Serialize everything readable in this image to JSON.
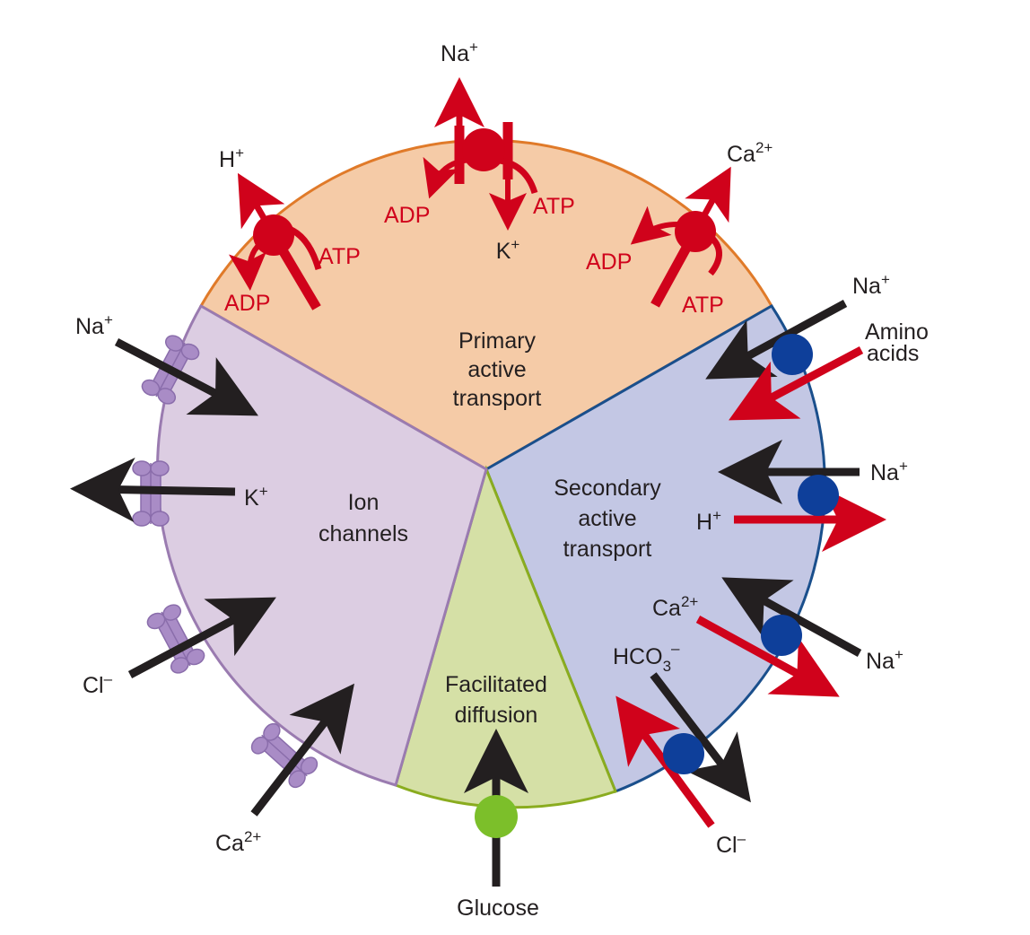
{
  "colors": {
    "primary_fill": "#f5cba7",
    "primary_border": "#e07a29",
    "secondary_fill": "#c3c7e4",
    "secondary_border": "#1a4f8c",
    "facilitated_fill": "#d5e0a6",
    "facilitated_border": "#8aac1f",
    "channels_fill": "#dccde2",
    "channels_border": "#9a7bb0",
    "red": "#d0021b",
    "black": "#231f20",
    "blue_carrier": "#0e3f9a",
    "green_carrier": "#7cbf2a",
    "channel_protein": "#a98cc6"
  },
  "sections": {
    "primary": [
      "Primary",
      "active",
      "transport"
    ],
    "secondary": [
      "Secondary",
      "active",
      "transport"
    ],
    "channels": [
      "Ion",
      "channels"
    ],
    "facilitated": [
      "Facilitated",
      "diffusion"
    ]
  },
  "primary_pumps": {
    "top": {
      "ion_out": "Na",
      "ion_out_sup": "+",
      "ion_in": "K",
      "ion_in_sup": "+",
      "adp": "ADP",
      "atp": "ATP"
    },
    "left": {
      "ion": "H",
      "ion_sup": "+",
      "adp": "ADP",
      "atp": "ATP"
    },
    "right": {
      "ion": "Ca",
      "ion_sup": "2+",
      "adp": "ADP",
      "atp": "ATP"
    }
  },
  "secondary_transporters": {
    "t1": {
      "a": "Na",
      "a_sup": "+",
      "b_line1": "Amino",
      "b_line2": "acids"
    },
    "t2": {
      "a": "Na",
      "a_sup": "+",
      "b": "H",
      "b_sup": "+"
    },
    "t3": {
      "a": "Na",
      "a_sup": "+",
      "b": "Ca",
      "b_sup": "2+"
    },
    "t4": {
      "a": "HCO",
      "a_sub": "3",
      "a_sup": "–",
      "b": "Cl",
      "b_sup": "–"
    }
  },
  "channels": {
    "na": {
      "ion": "Na",
      "sup": "+"
    },
    "k": {
      "ion": "K",
      "sup": "+"
    },
    "cl": {
      "ion": "Cl",
      "sup": "–"
    },
    "ca": {
      "ion": "Ca",
      "sup": "2+"
    }
  },
  "glucose": "Glucose"
}
